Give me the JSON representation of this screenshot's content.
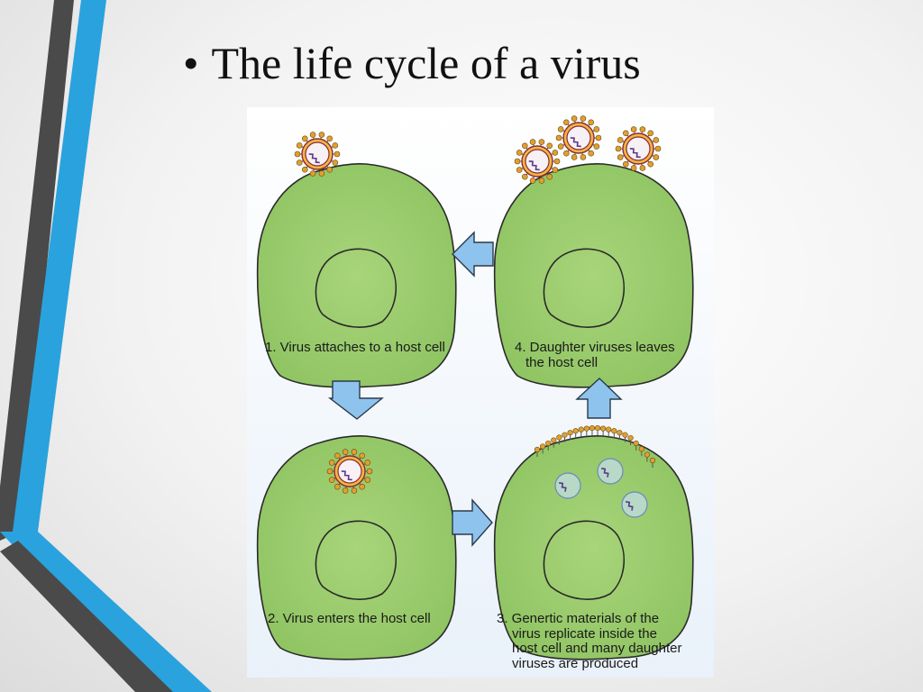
{
  "title": "The life cycle of a virus",
  "bullet": "•",
  "colors": {
    "cell_fill": "#9ccd6e",
    "cell_stroke": "#2a2a2a",
    "arrow_fill": "#8ec3ee",
    "arrow_stroke": "#2a3a4a",
    "virus_spike": "#e0a030",
    "virus_membrane": "#8a2a3a",
    "accent_blue": "#2aa2dd",
    "accent_dark": "#4a4a4a"
  },
  "steps": [
    {
      "lines": [
        "1. Virus attaches to a host cell"
      ]
    },
    {
      "lines": [
        "2. Virus enters the host cell"
      ]
    },
    {
      "lines": [
        "3. Genertic materials of the",
        "virus replicate inside the",
        "host cell and many daughter",
        "viruses are produced"
      ]
    },
    {
      "lines": [
        "4. Daughter viruses leaves",
        "the host cell"
      ]
    }
  ]
}
